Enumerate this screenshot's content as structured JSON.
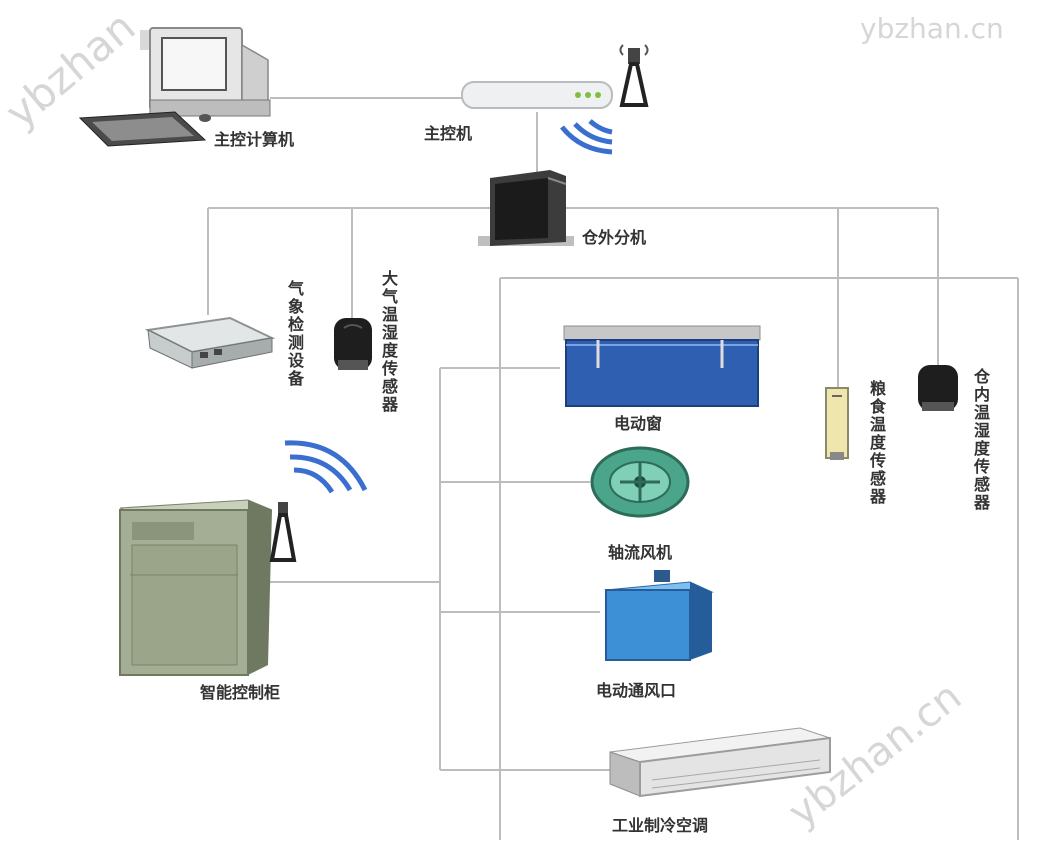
{
  "watermarks": {
    "top_right": "ybzhan.cn",
    "left_diagonal": "ybzhan",
    "bottom_right_diagonal": "ybzhan.cn"
  },
  "nodes": {
    "host_computer": "主控计算机",
    "master_controller": "主控机",
    "warehouse_extension": "仓外分机",
    "weather_station": "气象检测设备",
    "atmos_sensor": "大气温湿度传感器",
    "control_cabinet": "智能控制柜",
    "electric_window": "电动窗",
    "axial_fan": "轴流风机",
    "electric_vent": "电动通风口",
    "air_conditioner": "工业制冷空调",
    "grain_sensor": "粮食温度传感器",
    "indoor_sensor": "仓内温湿度传感器"
  },
  "icons": {
    "computer": "desktop-computer-icon",
    "antenna": "antenna-icon",
    "wifi": "wireless-signal-icon"
  },
  "colors": {
    "line": "#bdbdbd",
    "wifi": "#3a6fd0",
    "window": "#2f5fb0",
    "vent": "#3d8fd6",
    "cabinet": "#9aa58a"
  }
}
